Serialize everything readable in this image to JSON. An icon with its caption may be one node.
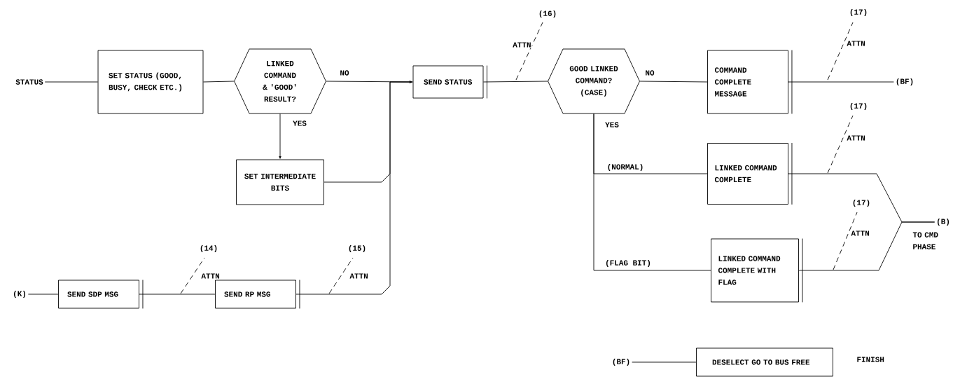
{
  "diagram": {
    "nodes": [
      {
        "text": [
          "STATUS"
        ]
      },
      {
        "text": [
          "SET STATUS (GOOD, BUSY, CHECK ETC.)"
        ]
      },
      {
        "text": [
          "LINKED COMMAND & 'GOOD' RESULT?"
        ]
      },
      {
        "text": [
          "SET INTERMEDIATE BITS"
        ]
      },
      {
        "text": [
          "SEND STATUS"
        ]
      },
      {
        "text": [
          "GOOD LINKED COMMAND? (CASE)"
        ]
      },
      {
        "text": [
          "COMMAND COMPLETE MESSAGE"
        ]
      },
      {
        "text": [
          "(BF)"
        ]
      },
      {
        "text": [
          "LINKED COMMAND COMPLETE"
        ]
      },
      {
        "text": [
          "LINKED COMMAND COMPLETE WITH FLAG"
        ]
      },
      {
        "text": [
          "(B)"
        ],
        "beside": [
          "TO CMD PHASE"
        ]
      },
      {
        "text": [
          "(K)"
        ]
      },
      {
        "text": [
          "SEND SDP MSG"
        ]
      },
      {
        "text": [
          "SEND RP MSG"
        ]
      },
      {
        "text": [
          "(BF)"
        ]
      },
      {
        "text": [
          "DESELECT GO TO BUS FREE"
        ],
        "beside": [
          "FINISH"
        ]
      }
    ],
    "edges": [
      {
        "from": 0,
        "to": 1,
        "arrow": "none"
      },
      {
        "from": 1,
        "to": 2,
        "arrow": "none"
      },
      {
        "from": 2,
        "to": 4,
        "arrow": "none",
        "label": "NO"
      },
      {
        "from": 2,
        "to": 3,
        "arrow": "to",
        "label": "YES"
      },
      {
        "from": 3,
        "to": 4,
        "arrow": "to"
      },
      {
        "from": 13,
        "to": 4,
        "arrow": "to"
      },
      {
        "from": 4,
        "to": 5,
        "arrow": "none"
      },
      {
        "from": 5,
        "to": 6,
        "arrow": "none",
        "label": "NO"
      },
      {
        "from": 5,
        "to": 8,
        "arrow": "none",
        "label": "(NORMAL)"
      },
      {
        "from": 5,
        "to": 9,
        "arrow": "none",
        "label": "(FLAG BIT)"
      },
      {
        "from": 6,
        "to": 7,
        "arrow": "none"
      },
      {
        "from": 8,
        "to": 10,
        "arrow": "none"
      },
      {
        "from": 9,
        "to": 10,
        "arrow": "none"
      },
      {
        "from": 11,
        "to": 12,
        "arrow": "none"
      },
      {
        "from": 12,
        "to": 13,
        "arrow": "none"
      },
      {
        "from": 14,
        "to": 15,
        "arrow": "none"
      }
    ],
    "labels": [
      "(16)",
      "ATTN",
      "(17)",
      "ATTN",
      "YES",
      "(17)",
      "ATTN",
      "(17)",
      "ATTN",
      "(14)",
      "ATTN",
      "(15)",
      "ATTN"
    ]
  }
}
